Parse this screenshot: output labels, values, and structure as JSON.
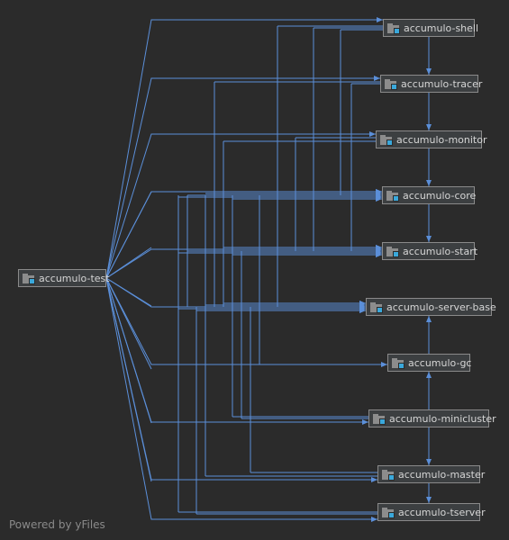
{
  "watermark": "Powered by yFiles",
  "colors": {
    "background": "#2b2b2b",
    "edge": "#5b8fd9",
    "node_border": "#8a8a8a",
    "node_fill": "#3c3f41",
    "text": "#d6d6d6",
    "icon_badge": "#3aa8db"
  },
  "nodes": [
    {
      "id": "test",
      "label": "accumulo-test"
    },
    {
      "id": "shell",
      "label": "accumulo-shell"
    },
    {
      "id": "tracer",
      "label": "accumulo-tracer"
    },
    {
      "id": "monitor",
      "label": "accumulo-monitor"
    },
    {
      "id": "core",
      "label": "accumulo-core"
    },
    {
      "id": "start",
      "label": "accumulo-start"
    },
    {
      "id": "serverbase",
      "label": "accumulo-server-base"
    },
    {
      "id": "gc",
      "label": "accumulo-gc"
    },
    {
      "id": "minicluster",
      "label": "accumulo-minicluster"
    },
    {
      "id": "master",
      "label": "accumulo-master"
    },
    {
      "id": "tserver",
      "label": "accumulo-tserver"
    }
  ],
  "node_icon": "module-folder-icon"
}
